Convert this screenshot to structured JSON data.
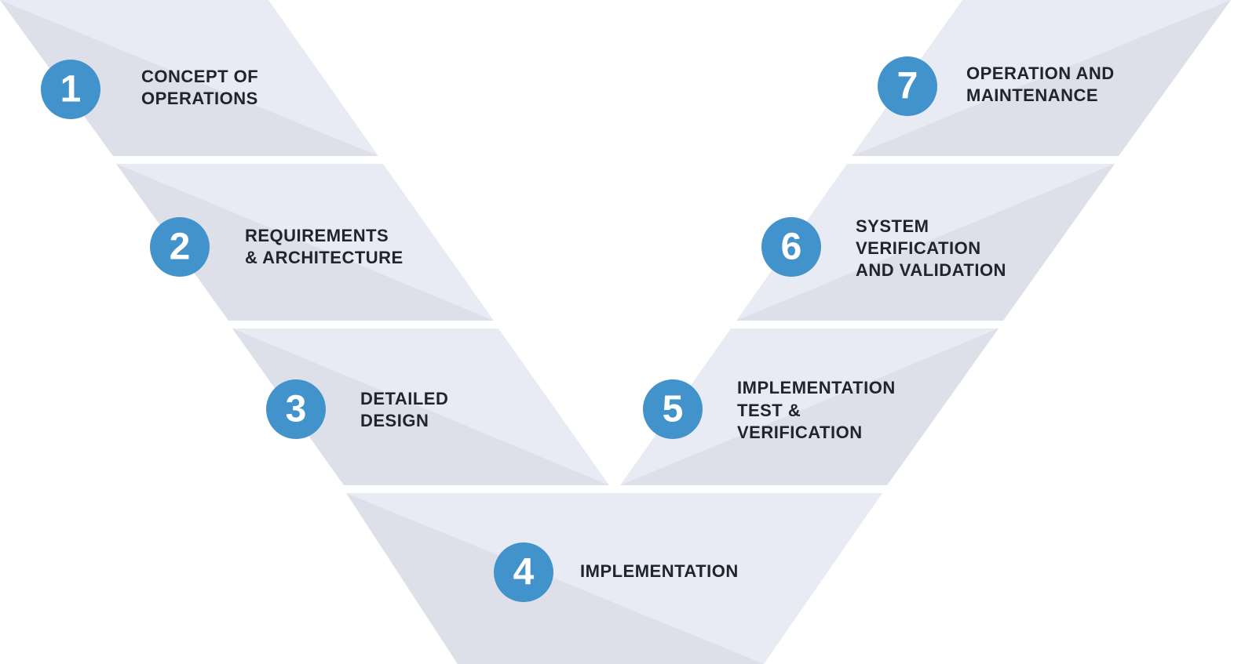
{
  "colors": {
    "badge": "#4292cb",
    "band_light": "#e8ebf3",
    "band_dark": "#dde0e8",
    "label": "#20242c"
  },
  "steps": [
    {
      "number": "1",
      "label_lines": [
        "CONCEPT OF",
        "OPERATIONS"
      ]
    },
    {
      "number": "2",
      "label_lines": [
        "REQUIREMENTS",
        "& ARCHITECTURE"
      ]
    },
    {
      "number": "3",
      "label_lines": [
        "DETAILED",
        "DESIGN"
      ]
    },
    {
      "number": "4",
      "label_lines": [
        "IMPLEMENTATION"
      ]
    },
    {
      "number": "5",
      "label_lines": [
        "IMPLEMENTATION",
        "TEST &",
        "VERIFICATION"
      ]
    },
    {
      "number": "6",
      "label_lines": [
        "SYSTEM",
        "VERIFICATION",
        "AND VALIDATION"
      ]
    },
    {
      "number": "7",
      "label_lines": [
        "OPERATION AND",
        "MAINTENANCE"
      ]
    }
  ]
}
